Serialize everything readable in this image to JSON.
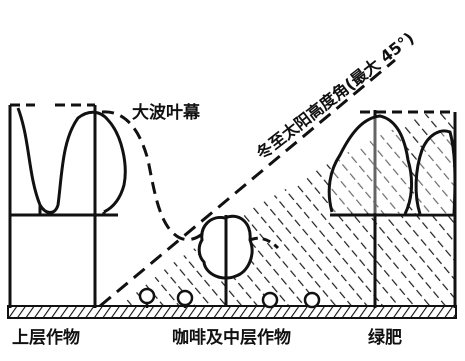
{
  "labels": {
    "canopy": "大波叶幕",
    "sun_angle": "冬至太阳高度角(最大 45°)",
    "upper_crop": "上层作物",
    "middle_crop": "咖啡及中层作物",
    "green_manure": "绿肥"
  },
  "colors": {
    "ink": "#111111",
    "background": "#ffffff"
  }
}
